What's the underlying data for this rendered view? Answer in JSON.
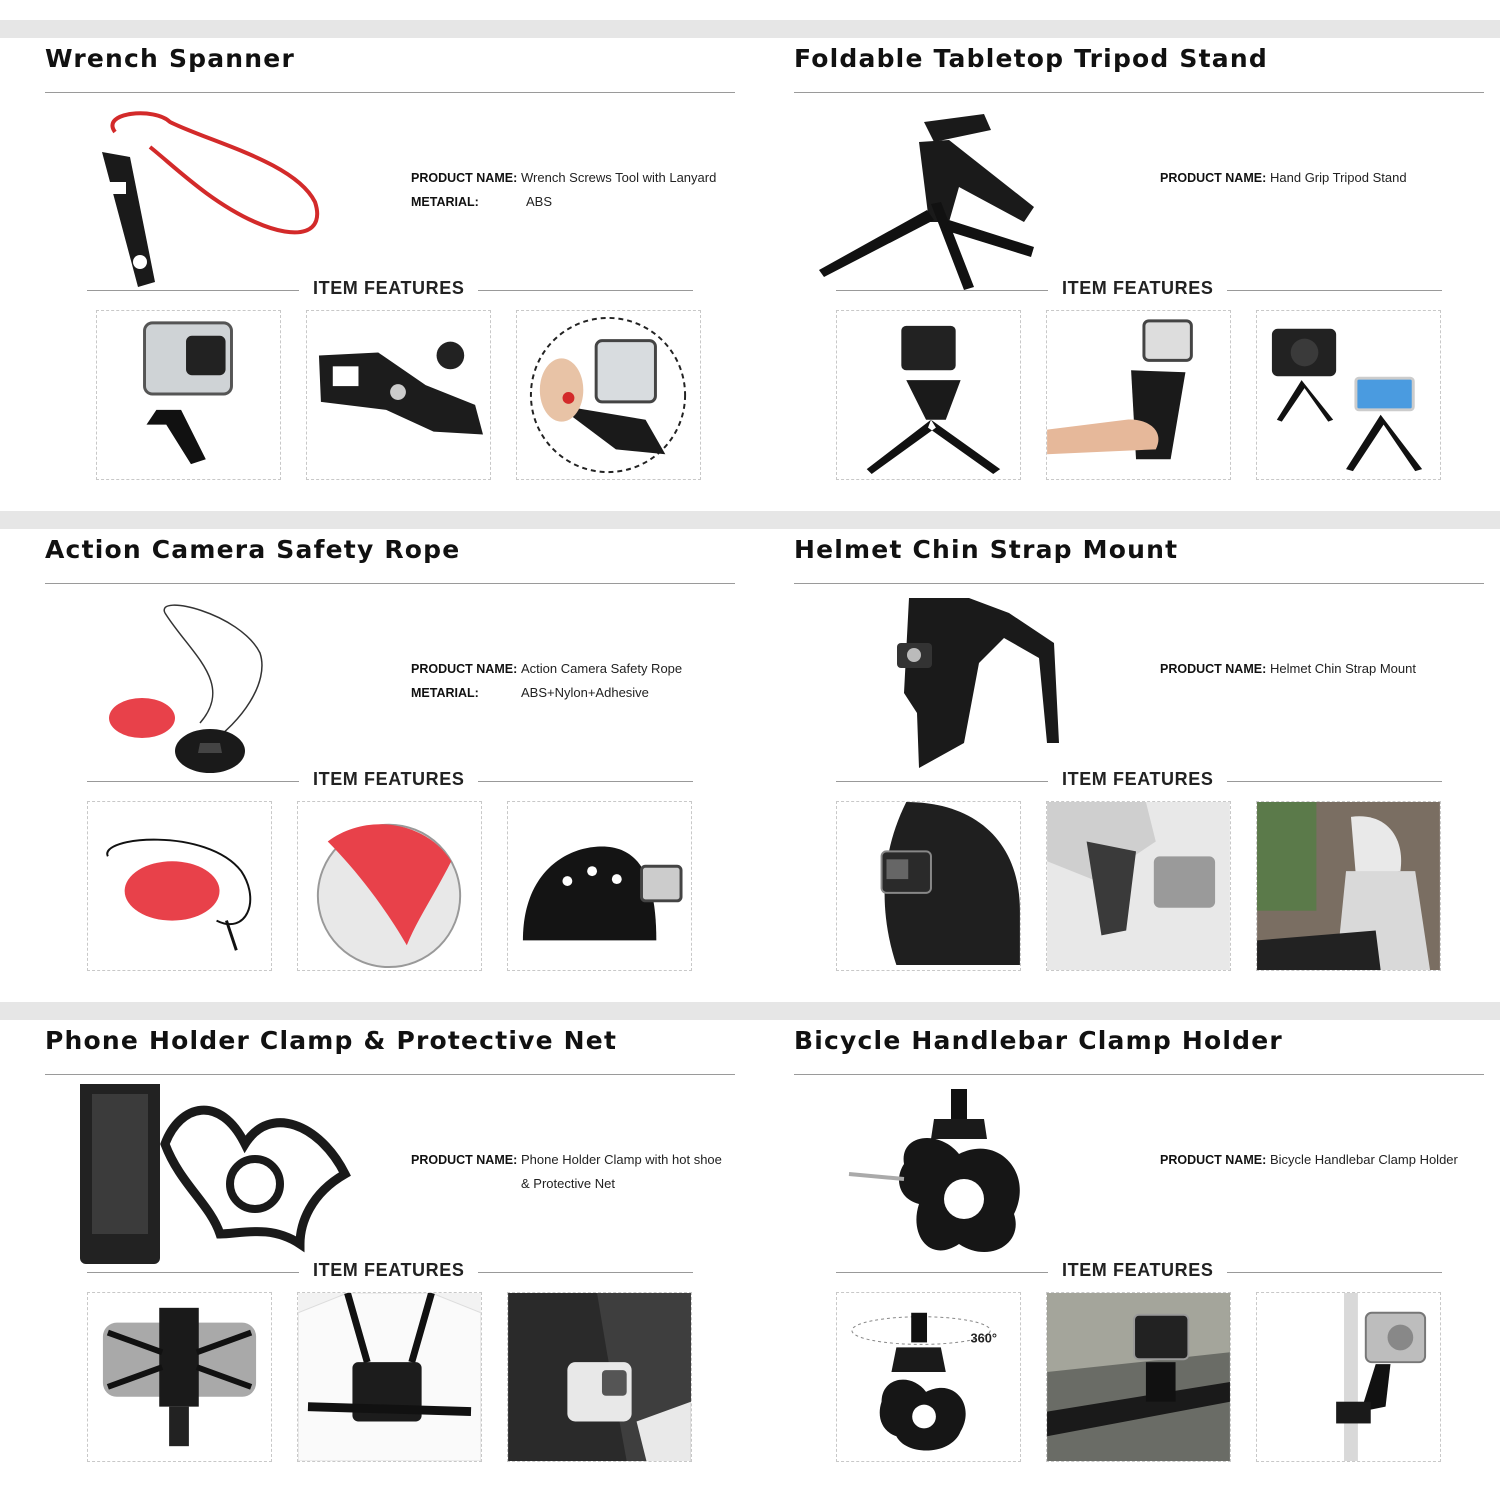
{
  "labels": {
    "product_name": "PRODUCT NAME:",
    "material": "METARIAL:",
    "item_features": "ITEM FEATURES"
  },
  "sections": [
    {
      "title": "Wrench Spanner",
      "product_name": "Wrench Screws Tool with Lanyard",
      "material": "ABS",
      "features": [
        "camera-on-wrench-mount",
        "wrench-with-screw-knob",
        "hand-tightening-screw-closeup"
      ]
    },
    {
      "title": "Foldable Tabletop Tripod Stand",
      "product_name": "Hand Grip Tripod Stand",
      "features": [
        "camera-on-tripod",
        "hand-holding-grip",
        "tripod-with-dslr-and-phone"
      ]
    },
    {
      "title": "Action Camera Safety Rope",
      "product_name": "Action Camera Safety Rope",
      "material": "ABS+Nylon+Adhesive",
      "features": [
        "rope-with-adhesive-pad",
        "adhesive-peeling",
        "helmet-with-camera"
      ]
    },
    {
      "title": "Helmet Chin Strap Mount",
      "product_name": "Helmet Chin Strap Mount",
      "features": [
        "camera-on-helmet-chin",
        "chin-mount-on-helmet",
        "rider-wearing-helmet"
      ]
    },
    {
      "title": "Phone Holder Clamp & Protective Net",
      "product_name_lines": [
        "Phone Holder Clamp with hot shoe",
        "& Protective Net"
      ],
      "features": [
        "phone-in-clamp-with-net",
        "chest-mount-phone",
        "phone-on-bike"
      ]
    },
    {
      "title": "Bicycle Handlebar Clamp Holder",
      "product_name": "Bicycle Handlebar Clamp Holder",
      "rotation_label": "360°",
      "features": [
        "clamp-rotation",
        "camera-on-handlebar",
        "camera-on-pole"
      ]
    }
  ],
  "colors": {
    "band": "#e6e6e6",
    "lanyard": "#d32a2a",
    "adhesive": "#e8414a"
  }
}
